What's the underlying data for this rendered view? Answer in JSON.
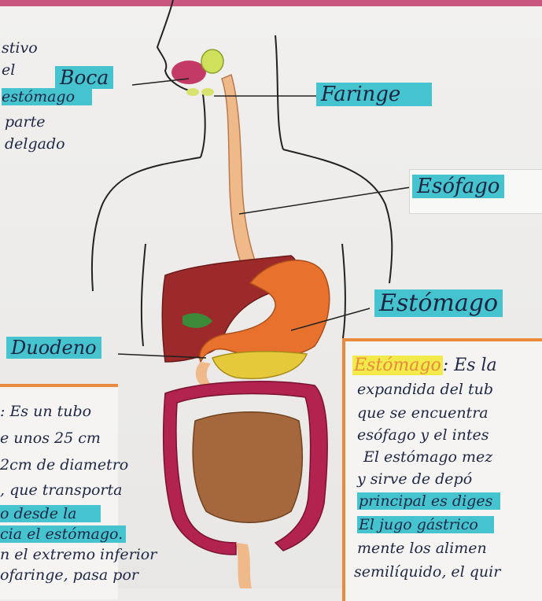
{
  "labels": {
    "boca": "Boca",
    "faringe": "Faringe",
    "esofago": "Esófago",
    "estomago": "Estómago",
    "duodeno": "Duodeno"
  },
  "left_top_fragments": [
    "stivo",
    "el",
    "estómago",
    "parte",
    "delgado"
  ],
  "left_bottom_fragments": [
    ": Es un tubo",
    "e unos 25 cm",
    "2cm de diametro",
    ", que transporta",
    "o desde la",
    "cia el estómago.",
    "n el extremo inferior",
    "ofaringe, pasa por"
  ],
  "right_card": {
    "title": "Estómago",
    "title_suffix": ": Es la",
    "lines": [
      "expandida del tub",
      "que se encuentra",
      "esófago y el intes",
      "El estómago mez",
      "y sirve de depó",
      "principal es diges",
      "El jugo gástrico",
      "mente los alimen",
      "semilíquido, el quir"
    ]
  },
  "colors": {
    "highlight": "#45c3cf",
    "orange_border": "#e98b3c",
    "liver": "#9c2a2a",
    "stomach": "#e8712d",
    "intestine_large": "#b3234f",
    "intestine_small": "#a5683c",
    "esophagus": "#f0b98a",
    "gallbladder": "#3a8a3a",
    "pancreas": "#e6c93a"
  }
}
